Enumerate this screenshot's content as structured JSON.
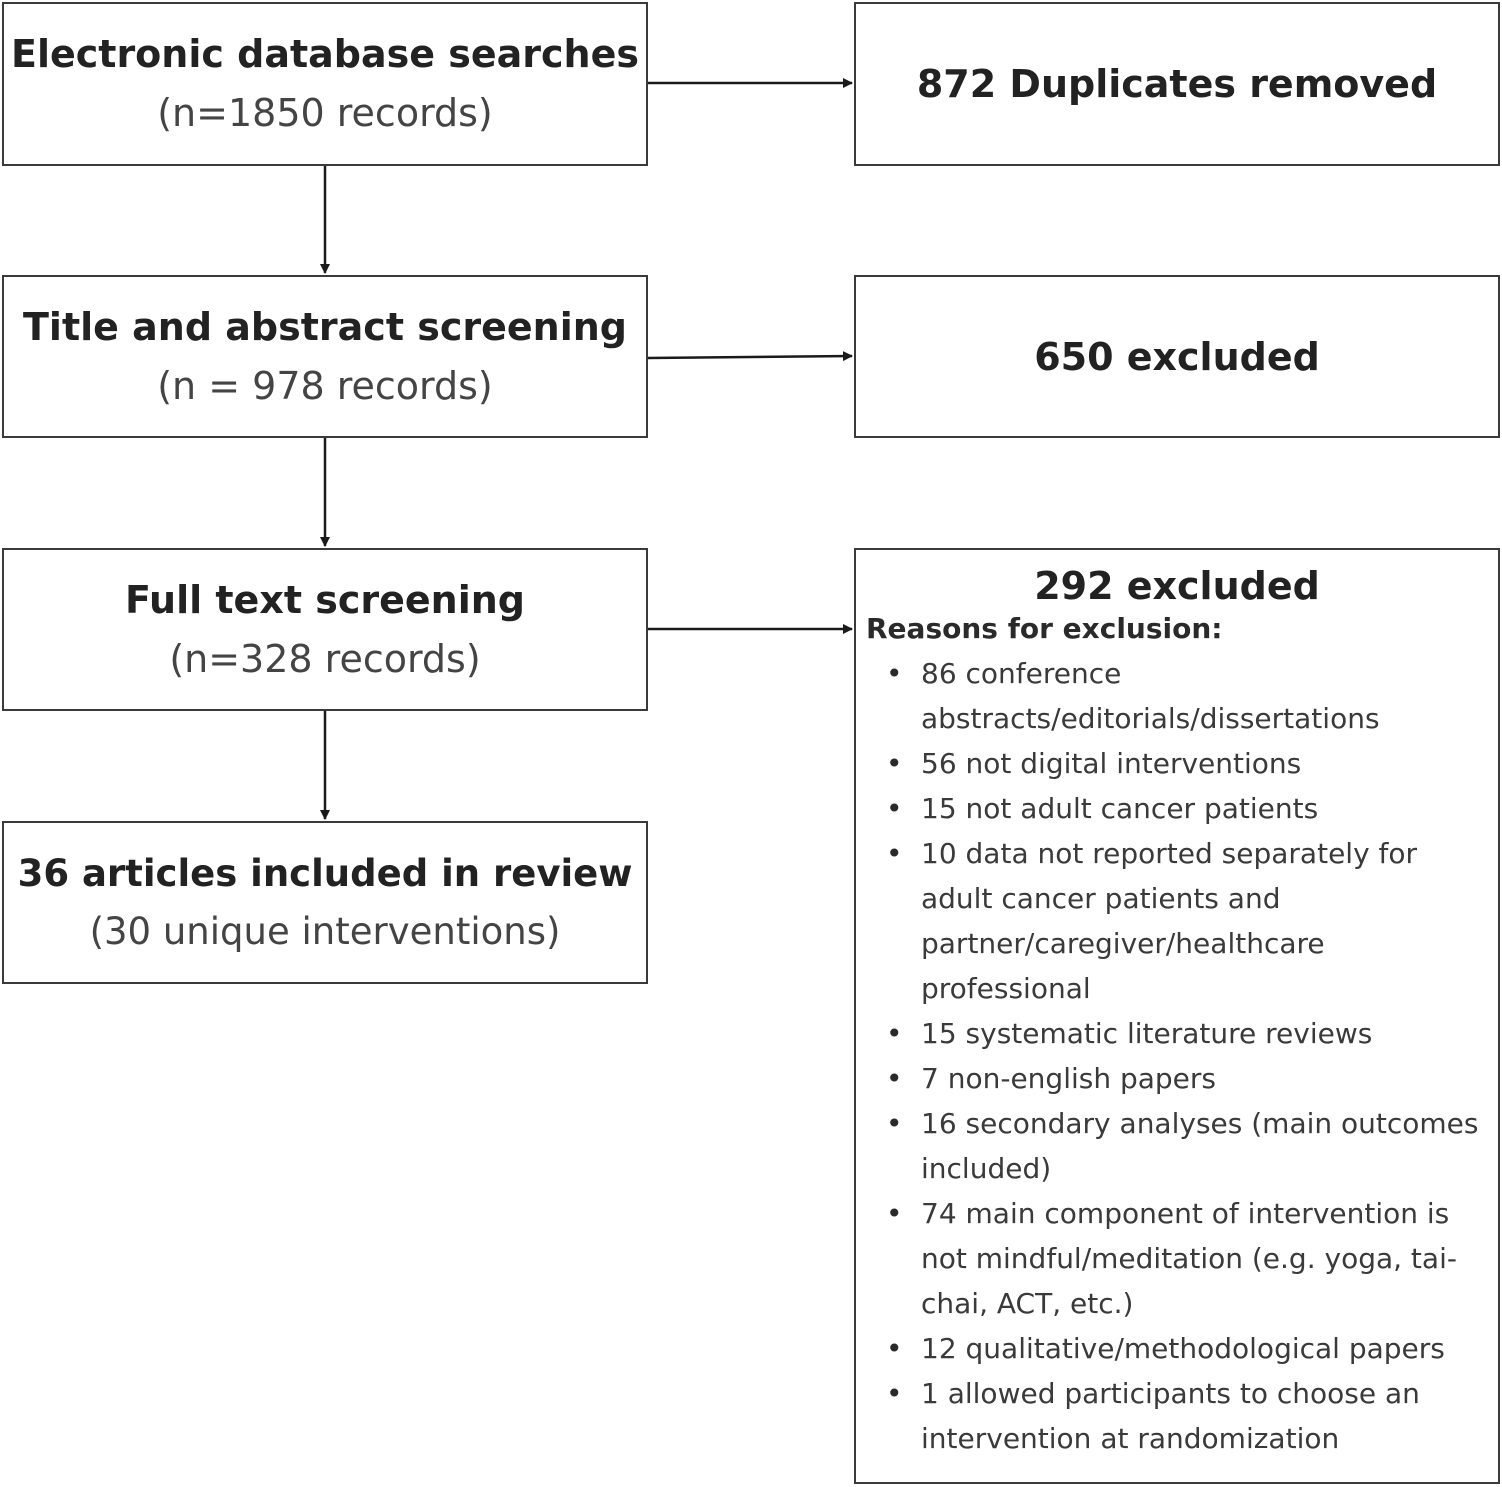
{
  "boxes": {
    "search": {
      "title": "Electronic database searches",
      "sub": "(n=1850 records)"
    },
    "title_abstract": {
      "title": "Title and abstract screening",
      "sub": "(n = 978 records)"
    },
    "full_text": {
      "title": "Full text screening",
      "sub": "(n=328 records)"
    },
    "included": {
      "title": "36 articles included in review",
      "sub": "(30 unique interventions)"
    }
  },
  "side": {
    "duplicates": "872 Duplicates removed",
    "excluded_1": "650 excluded",
    "excluded_2": "292 excluded",
    "reasons_heading": "Reasons for exclusion:",
    "reasons": [
      "86 conference abstracts/editorials/dissertations",
      "56 not digital interventions",
      "15 not adult cancer patients",
      "10 data not reported separately for adult cancer patients and partner/caregiver/healthcare professional",
      "15 systematic literature reviews",
      "7 non-english papers",
      "16 secondary analyses (main outcomes included)",
      "74 main component of intervention is not mindful/meditation (e.g. yoga, tai-chai, ACT, etc.)",
      "12 qualitative/methodological papers",
      "1 allowed participants to choose an intervention at randomization"
    ]
  },
  "colors": {
    "border": "#3a3a3a",
    "arrow": "#1a1a1a"
  }
}
